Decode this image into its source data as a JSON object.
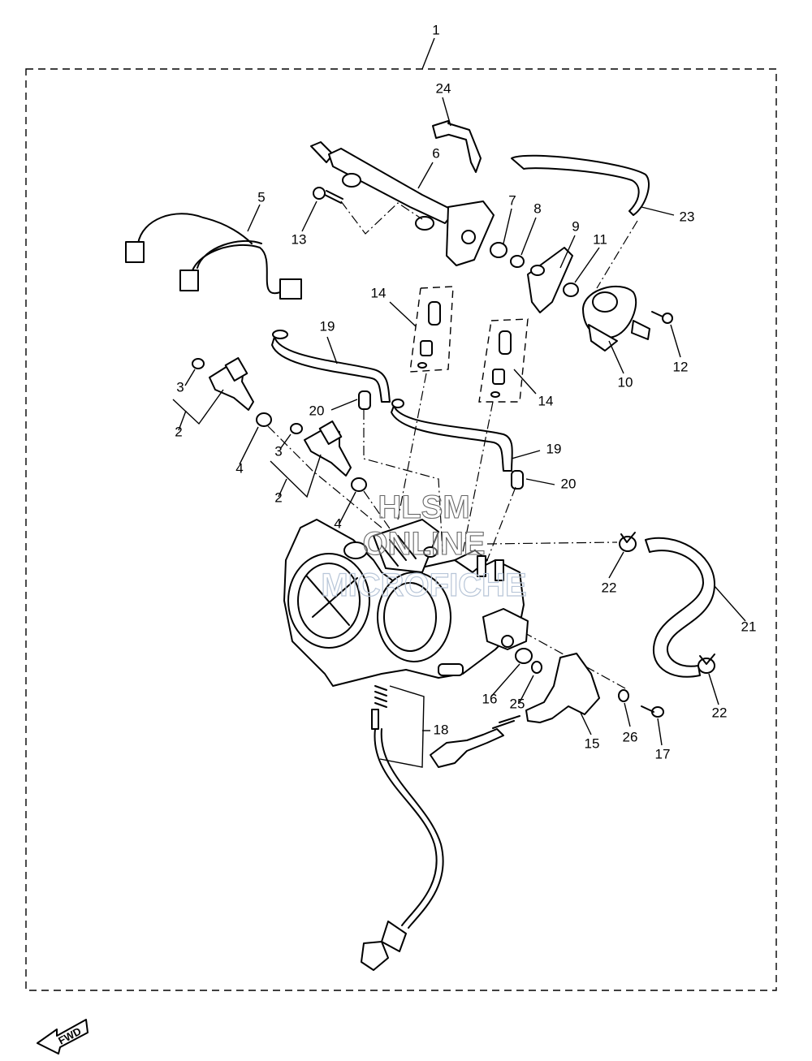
{
  "callouts": {
    "n1": "1",
    "n2a": "2",
    "n2b": "2",
    "n3a": "3",
    "n3b": "3",
    "n4a": "4",
    "n4b": "4",
    "n5": "5",
    "n6": "6",
    "n7": "7",
    "n8": "8",
    "n9": "9",
    "n10": "10",
    "n11": "11",
    "n12": "12",
    "n13": "13",
    "n14a": "14",
    "n14b": "14",
    "n15": "15",
    "n16": "16",
    "n17": "17",
    "n18": "18",
    "n19a": "19",
    "n19b": "19",
    "n20a": "20",
    "n20b": "20",
    "n21": "21",
    "n22a": "22",
    "n22b": "22",
    "n23": "23",
    "n24": "24",
    "n25": "25",
    "n26": "26"
  },
  "watermark": {
    "line1": "HLSM",
    "line2": "ONLINE",
    "line3": "MICROFICHE"
  },
  "direction_badge": {
    "label": "FWD"
  }
}
